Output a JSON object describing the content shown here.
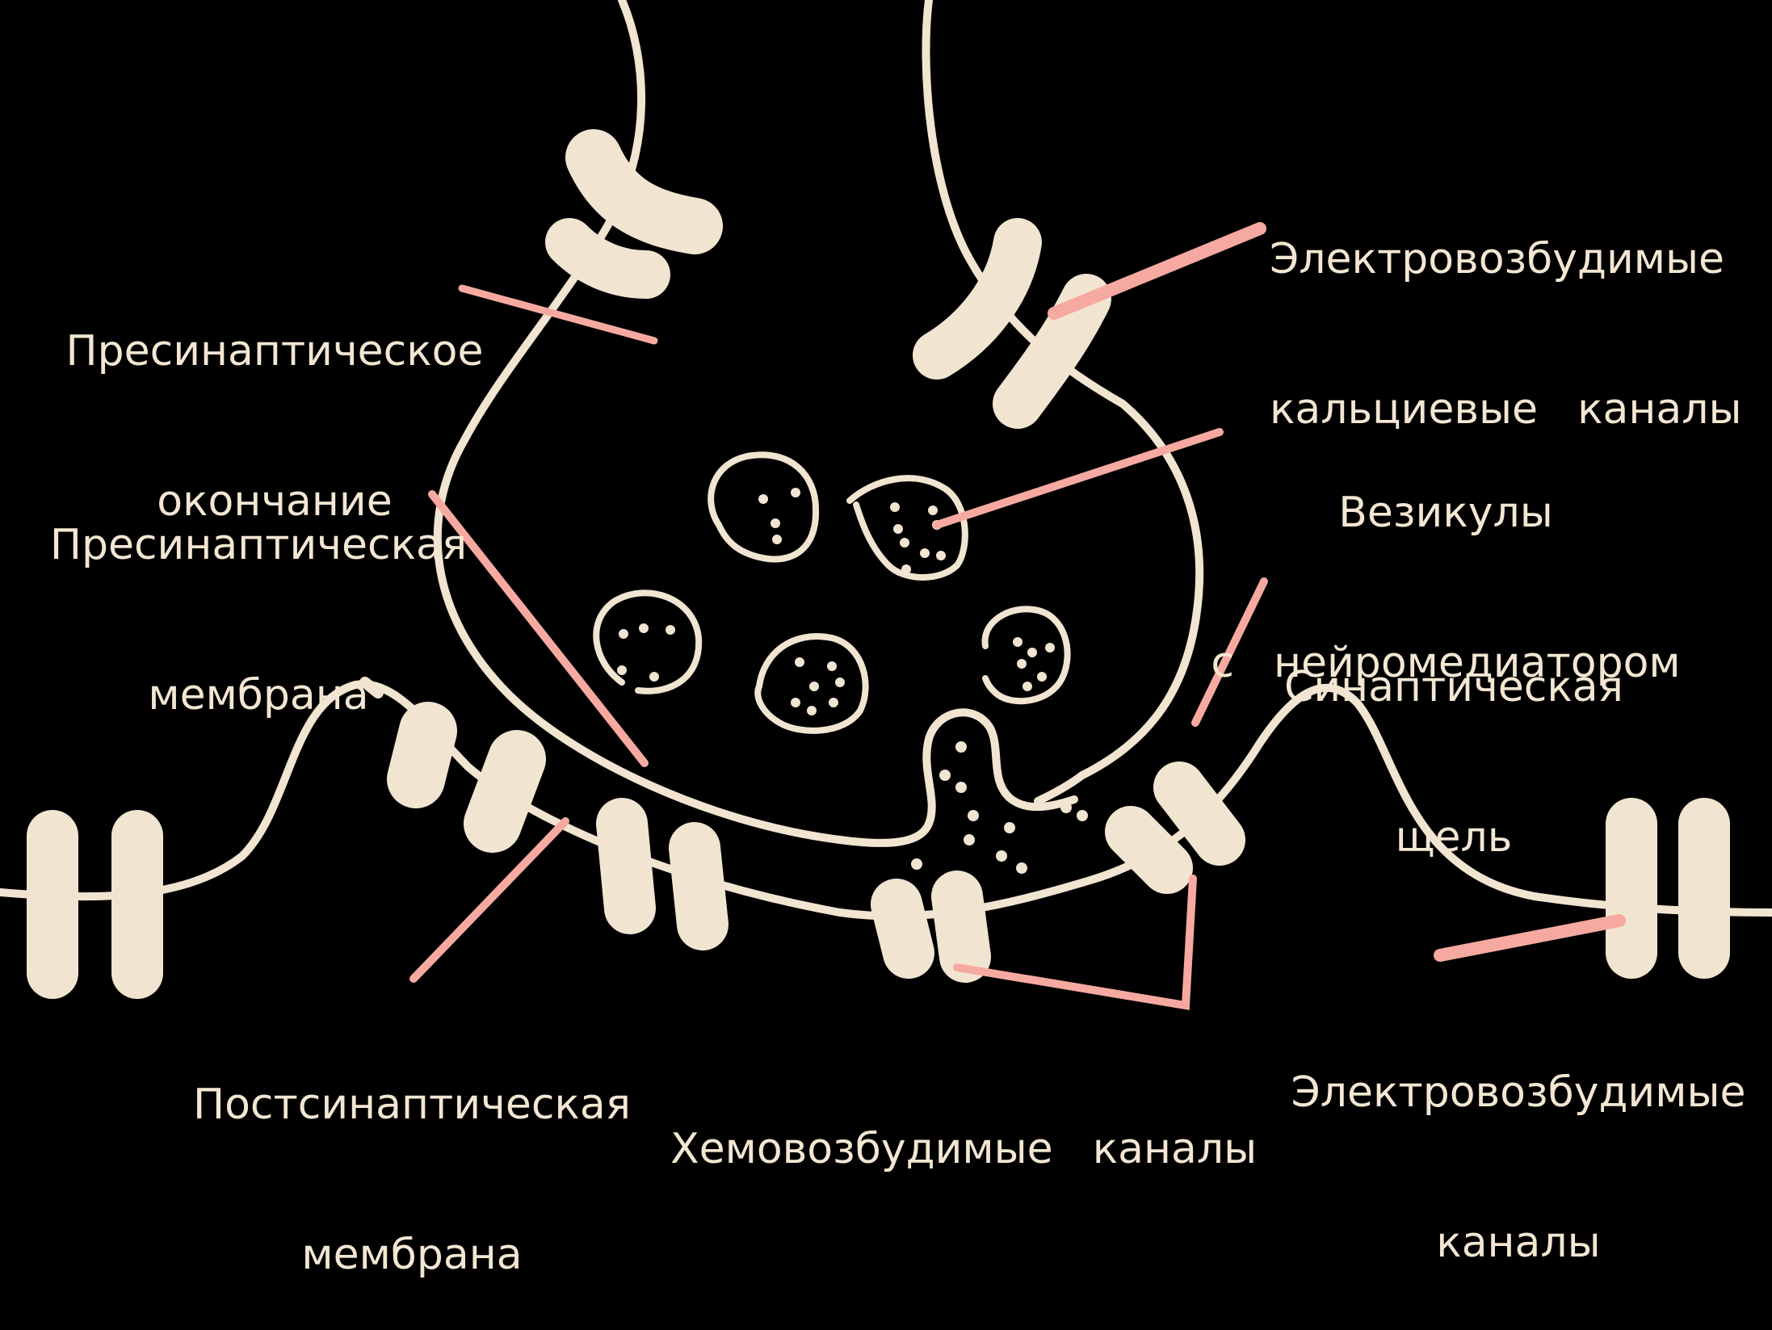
{
  "colors": {
    "background": "#000000",
    "membrane": "#f1e4d0",
    "pointer": "#f6a9a0",
    "text": "#f3e6d2"
  },
  "labels": {
    "presynaptic_terminal": {
      "line1": "Пресинаптическое",
      "line2": "окончание"
    },
    "presynaptic_membrane": {
      "line1": "Пресинаптическая",
      "line2": "мембрана"
    },
    "calcium_channels": {
      "line1": "Электровозбудимые",
      "line2": "кальциевые  каналы"
    },
    "vesicles": {
      "line1": "Везикулы",
      "line2": "с  нейромедиатором"
    },
    "synaptic_cleft": {
      "line1": "Синаптическая",
      "line2": "щель"
    },
    "postsynaptic_membrane": {
      "line1": "Постсинаптическая",
      "line2": "мембрана"
    },
    "chemoexcitable_channels": {
      "line1": "Хемовозбудимые  каналы"
    },
    "excitable_channels": {
      "line1": "Электровозбудимые",
      "line2": "каналы"
    }
  }
}
